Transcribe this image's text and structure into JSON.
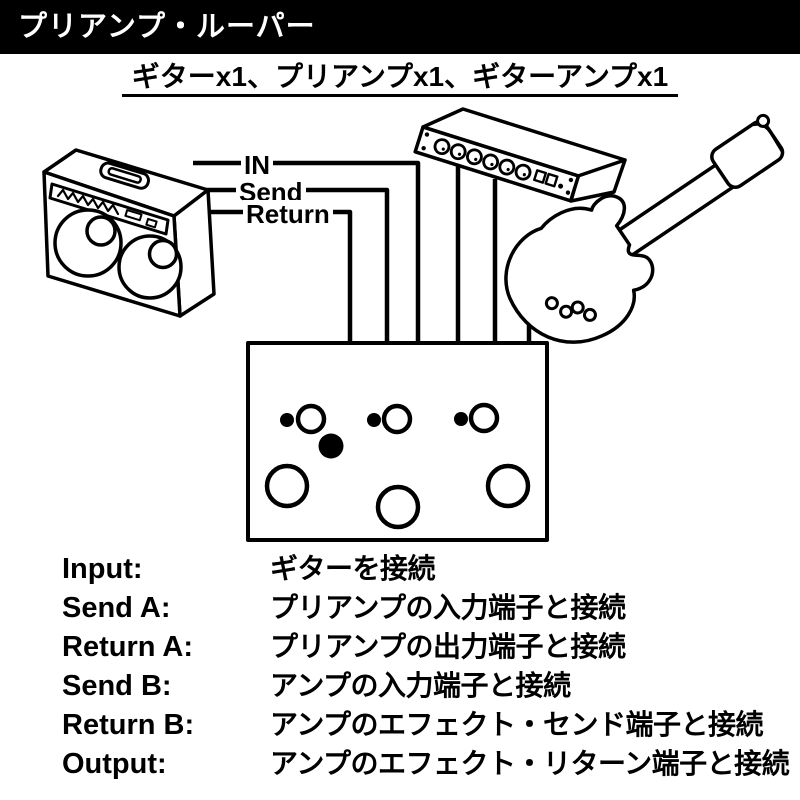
{
  "header": {
    "title": "プリアンプ・ルーパー"
  },
  "subtitle": {
    "text": "ギターx1、プリアンプx1、ギターアンプx1"
  },
  "diagram": {
    "line_labels": {
      "in": "IN",
      "send": "Send",
      "return": "Return"
    },
    "icons": [
      "guitar-amp",
      "rack-preamp",
      "electric-guitar",
      "looper-pedal"
    ]
  },
  "legend": {
    "rows": [
      {
        "label": "Input:",
        "desc": "ギターを接続"
      },
      {
        "label": "Send A:",
        "desc": "プリアンプの入力端子と接続"
      },
      {
        "label": "Return A:",
        "desc": "プリアンプの出力端子と接続"
      },
      {
        "label": "Send B:",
        "desc": "アンプの入力端子と接続"
      },
      {
        "label": "Return B:",
        "desc": "アンプのエフェクト・センド端子と接続"
      },
      {
        "label": "Output:",
        "desc": "アンプのエフェクト・リターン端子と接続"
      }
    ]
  },
  "colors": {
    "ink": "#000000",
    "paper": "#ffffff",
    "header_bg": "#000000",
    "header_text": "#ffffff"
  }
}
